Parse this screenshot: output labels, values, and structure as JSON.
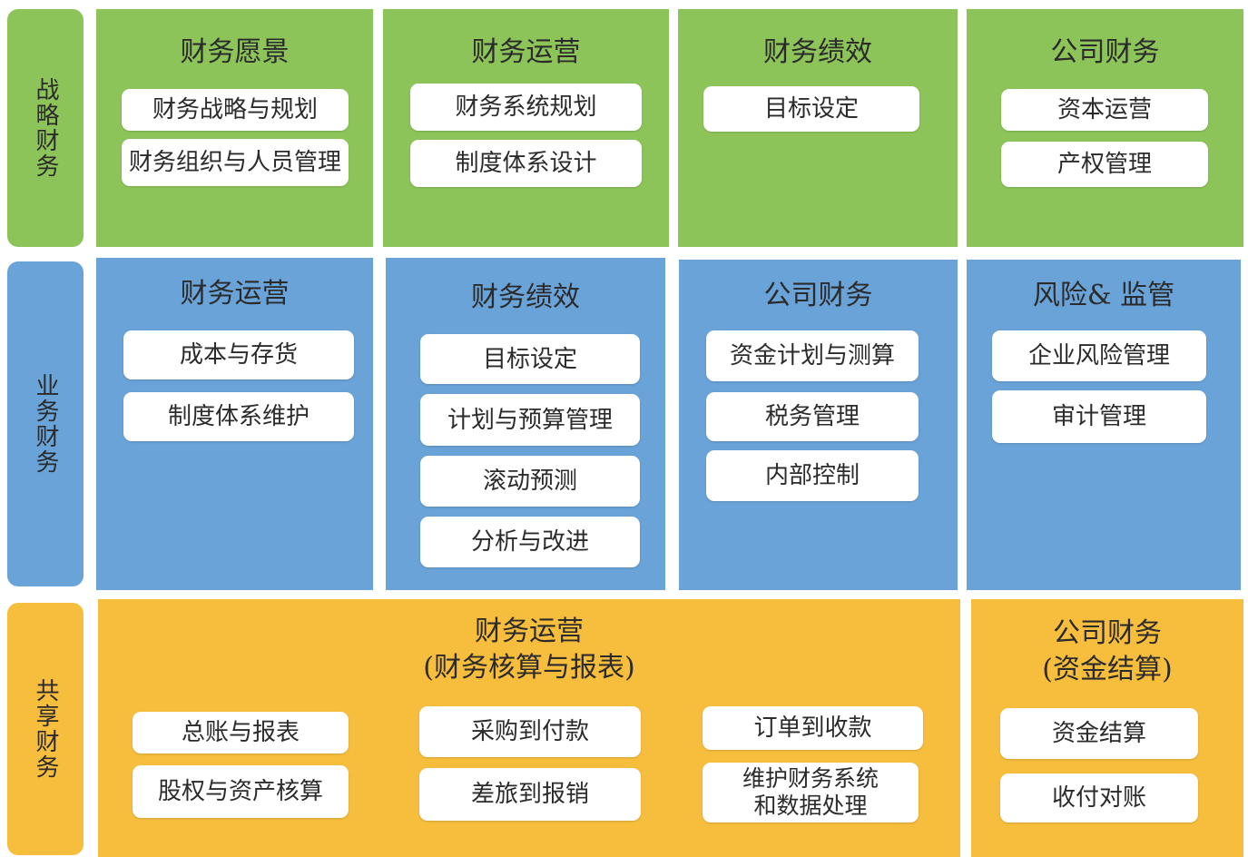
{
  "colors": {
    "green": "#8dc45a",
    "blue": "#6aa3d8",
    "orange": "#f7bd3d",
    "box": "#ffffff",
    "text": "#2b2b2b"
  },
  "tiers": [
    {
      "label": "战略财务"
    },
    {
      "label": "业务财务"
    },
    {
      "label": "共享财务"
    }
  ],
  "strategic": [
    {
      "title": "财务愿景",
      "items": [
        "财务战略与规划",
        "财务组织与人员管理"
      ]
    },
    {
      "title": "财务运营",
      "items": [
        "财务系统规划",
        "制度体系设计"
      ]
    },
    {
      "title": "财务绩效",
      "items": [
        "目标设定"
      ]
    },
    {
      "title": "公司财务",
      "items": [
        "资本运营",
        "产权管理"
      ]
    }
  ],
  "business": [
    {
      "title": "财务运营",
      "items": [
        "成本与存货",
        "制度体系维护"
      ]
    },
    {
      "title": "财务绩效",
      "items": [
        "目标设定",
        "计划与预算管理",
        "滚动预测",
        "分析与改进"
      ]
    },
    {
      "title": "公司财务",
      "items": [
        "资金计划与测算",
        "税务管理",
        "内部控制"
      ]
    },
    {
      "title": "风险& 监管",
      "items": [
        "企业风险管理",
        "审计管理"
      ]
    }
  ],
  "shared": [
    {
      "title": "财务运营\n(财务核算与报表)",
      "items": [
        "总账与报表",
        "股权与资产核算",
        "采购到付款",
        "差旅到报销",
        "订单到收款",
        "维护财务系统\n和数据处理"
      ]
    },
    {
      "title": "公司财务\n(资金结算)",
      "items": [
        "资金结算",
        "收付对账"
      ]
    }
  ]
}
